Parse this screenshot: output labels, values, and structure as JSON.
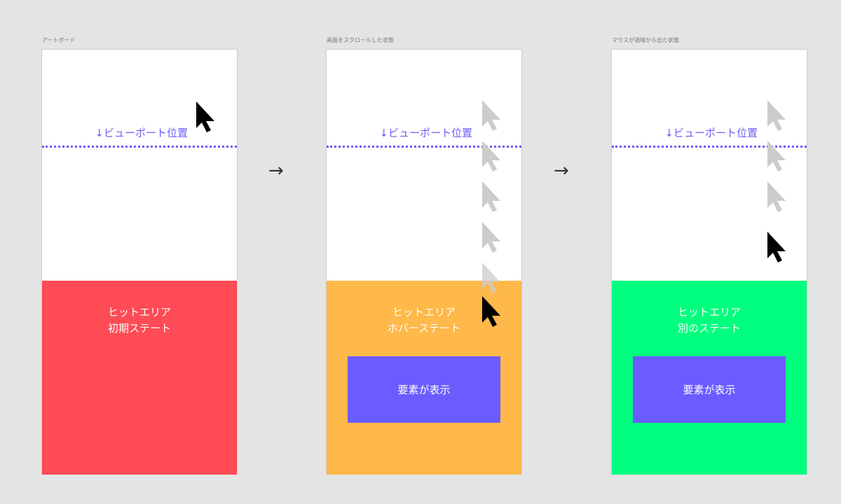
{
  "frames": [
    {
      "label": "アートボード",
      "viewport_label": "↓ビューポート位置",
      "hit_area_text": [
        "ヒットエリア",
        "初期ステート"
      ],
      "hit_area_color": "#ff4b55"
    },
    {
      "label": "画面をスクロールした状態",
      "viewport_label": "↓ビューポート位置",
      "hit_area_text": [
        "ヒットエリア",
        "ホバーステート"
      ],
      "hit_area_color": "#ffb84a",
      "element_text": "要素が表示",
      "element_color": "#6b5cff"
    },
    {
      "label": "マウスが領域から出た状態",
      "viewport_label": "↓ビューポート位置",
      "hit_area_text": [
        "ヒットエリア",
        "別のステート"
      ],
      "hit_area_color": "#00ff7f",
      "element_text": "要素が表示",
      "element_color": "#6b5cff"
    }
  ],
  "arrows": [
    "→",
    "→"
  ],
  "icons": {
    "cursor_active": "cursor-icon",
    "cursor_trail": "cursor-ghost-icon"
  },
  "colors": {
    "viewport": "#6b5cf6",
    "cursor": "#000000",
    "cursor_trail": "#cccccc",
    "background": "#e3e4e4"
  }
}
